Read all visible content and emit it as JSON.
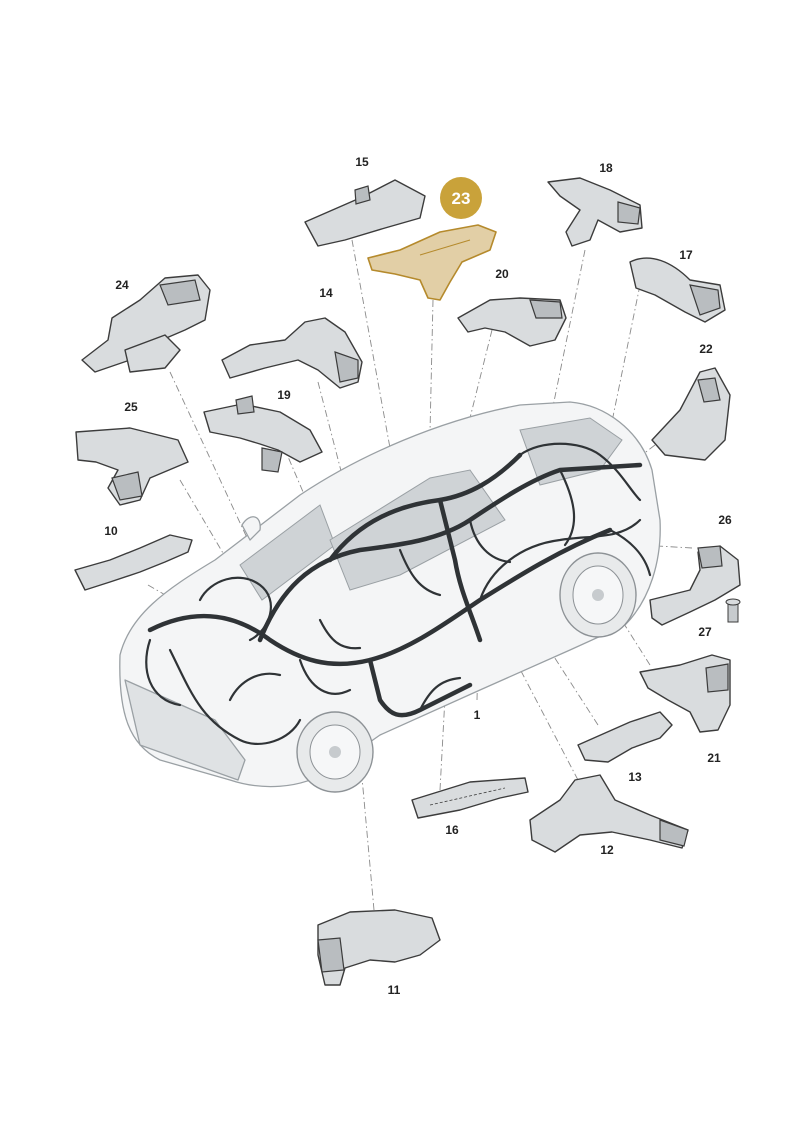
{
  "diagram": {
    "highlighted_part": "23",
    "highlight_color": "#c9a23a",
    "harness_color": "#2f3336",
    "part_color": "#d9dcde",
    "parts": [
      {
        "id": "1",
        "label": "1"
      },
      {
        "id": "10",
        "label": "10"
      },
      {
        "id": "11",
        "label": "11"
      },
      {
        "id": "12",
        "label": "12"
      },
      {
        "id": "13",
        "label": "13"
      },
      {
        "id": "14",
        "label": "14"
      },
      {
        "id": "15",
        "label": "15"
      },
      {
        "id": "16",
        "label": "16"
      },
      {
        "id": "17",
        "label": "17"
      },
      {
        "id": "18",
        "label": "18"
      },
      {
        "id": "19",
        "label": "19"
      },
      {
        "id": "20",
        "label": "20"
      },
      {
        "id": "21",
        "label": "21"
      },
      {
        "id": "22",
        "label": "22"
      },
      {
        "id": "23",
        "label": "23"
      },
      {
        "id": "24",
        "label": "24"
      },
      {
        "id": "25",
        "label": "25"
      },
      {
        "id": "26",
        "label": "26"
      },
      {
        "id": "27",
        "label": "27"
      }
    ]
  }
}
